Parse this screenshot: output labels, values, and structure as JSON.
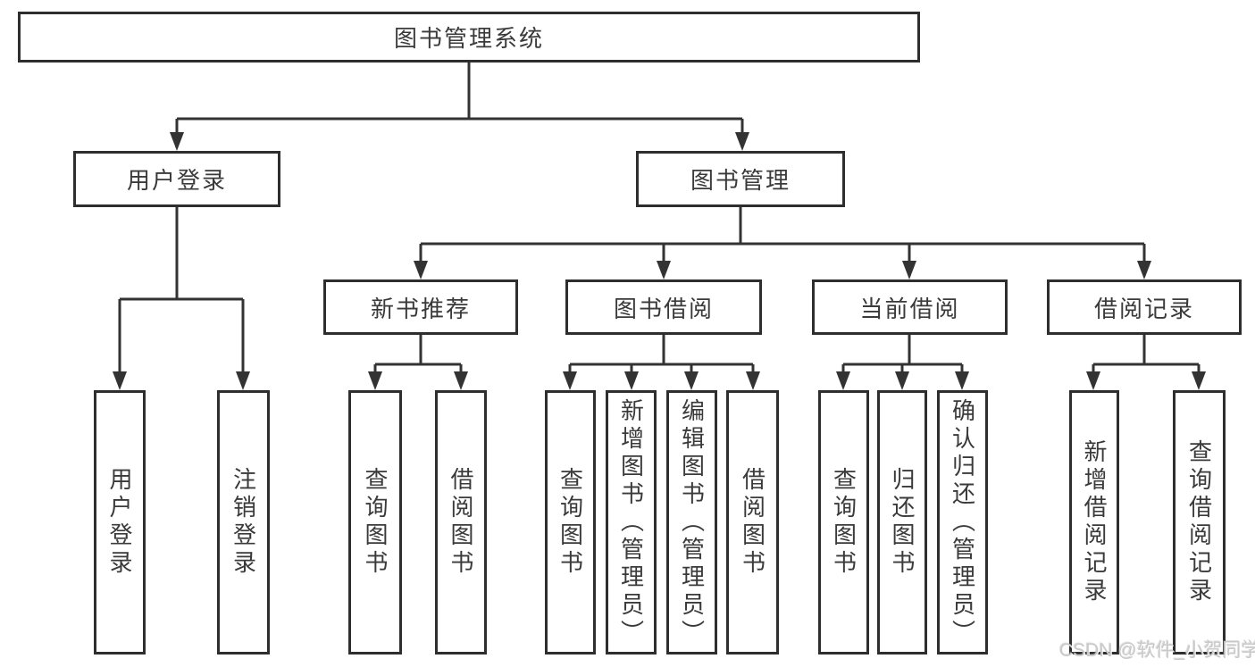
{
  "diagram": {
    "root": {
      "label": "图书管理系统"
    },
    "level2": [
      {
        "label": "用户登录"
      },
      {
        "label": "图书管理"
      }
    ],
    "level3": [
      {
        "label": "新书推荐"
      },
      {
        "label": "图书借阅"
      },
      {
        "label": "当前借阅"
      },
      {
        "label": "借阅记录"
      }
    ],
    "leaves": {
      "user_login": [
        "用户登录",
        "注销登录"
      ],
      "new_book": [
        "查询图书",
        "借阅图书"
      ],
      "book_borrow": [
        "查询图书",
        "新增图书（管理员）",
        "编辑图书（管理员）",
        "借阅图书"
      ],
      "current_borrow": [
        "查询图书",
        "归还图书",
        "确认归还（管理员）"
      ],
      "borrow_records": [
        "新增借阅记录",
        "查询借阅记录"
      ]
    }
  },
  "watermark": {
    "text": "CSDN @软件_小贺同学"
  },
  "colors": {
    "line": "#333333",
    "border": "#2e2e2e",
    "text": "#3a3a3a",
    "background": "#ffffff",
    "watermark": "#c9c9c9"
  }
}
